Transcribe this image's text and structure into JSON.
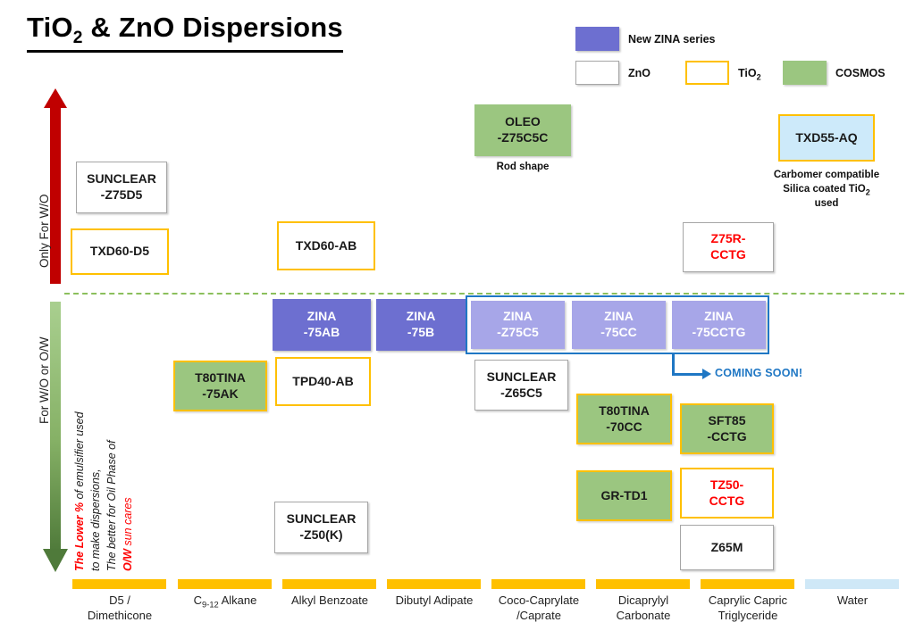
{
  "title": {
    "pre": "TiO",
    "sub": "2",
    "post": " & ZnO Dispersions"
  },
  "legend": {
    "items": [
      {
        "label": "New ZINA series",
        "swatch": "purple-fill",
        "color": "#6d6fd0"
      },
      {
        "label": "ZnO",
        "swatch": "white-gray-border",
        "color": "#ffffff"
      },
      {
        "label": "TiO",
        "sub": "2",
        "swatch": "white-orange-border",
        "color": "#ffc000"
      },
      {
        "label": "COSMOS",
        "swatch": "green-fill",
        "color": "#9bc680"
      }
    ]
  },
  "axis_left": {
    "top_label": "Only For W/O",
    "bottom_label": "For W/O or O/W",
    "note_lines": [
      "The Lower %",
      " of emulsifier used",
      "to make dispersions,",
      "The better for Oil Phase of",
      "O/W",
      " sun cares"
    ],
    "up_arrow_color": "#c00000",
    "down_arrow_color": "#4f7a3a"
  },
  "boxes": {
    "sunclear_z75d5": {
      "l1": "SUNCLEAR",
      "l2": "-Z75D5"
    },
    "txd60_d5": {
      "l1": "TXD60-D5",
      "l2": ""
    },
    "txd60_ab": {
      "l1": "TXD60-AB",
      "l2": ""
    },
    "oleo_z75c5c": {
      "l1": "OLEO",
      "l2": "-Z75C5C"
    },
    "txd55_aq": {
      "l1": "TXD55-AQ",
      "l2": ""
    },
    "z75r_cctg": {
      "l1": "Z75R-",
      "l2": "CCTG"
    },
    "zina_75ab": {
      "l1": "ZINA",
      "l2": "-75AB"
    },
    "zina_75b": {
      "l1": "ZINA",
      "l2": "-75B"
    },
    "zina_z75c5": {
      "l1": "ZINA",
      "l2": "-Z75C5"
    },
    "zina_75cc": {
      "l1": "ZINA",
      "l2": "-75CC"
    },
    "zina_75cctg": {
      "l1": "ZINA",
      "l2": "-75CCTG"
    },
    "t80tina_75ak": {
      "l1": "T80TINA",
      "l2": "-75AK"
    },
    "tpd40_ab": {
      "l1": "TPD40-AB",
      "l2": ""
    },
    "sunclear_z65c5": {
      "l1": "SUNCLEAR",
      "l2": "-Z65C5"
    },
    "t80tina_70cc": {
      "l1": "T80TINA",
      "l2": "-70CC"
    },
    "sft85_cctg": {
      "l1": "SFT85",
      "l2": "-CCTG"
    },
    "gr_td1": {
      "l1": "GR-TD1",
      "l2": ""
    },
    "tz50_cctg": {
      "l1": "TZ50-",
      "l2": "CCTG"
    },
    "z65m": {
      "l1": "Z65M",
      "l2": ""
    },
    "sunclear_z50k": {
      "l1": "SUNCLEAR",
      "l2": "-Z50(K)"
    }
  },
  "captions": {
    "rod_shape": "Rod shape",
    "carbomer_l1": "Carbomer compatible",
    "carbomer_l2_pre": "Silica coated TiO",
    "carbomer_l2_sub": "2",
    "carbomer_l2_post": " used"
  },
  "callout": {
    "coming_soon": "COMING SOON!",
    "color": "#1f77c4"
  },
  "axis_bottom": {
    "columns": [
      {
        "l1": "D5 /",
        "l2": "Dimethicone",
        "bar": "#ffc000"
      },
      {
        "l1": "C",
        "sub": "9-12",
        "l1b": " Alkane",
        "l2": "",
        "bar": "#ffc000"
      },
      {
        "l1": "Alkyl Benzoate",
        "l2": "",
        "bar": "#ffc000"
      },
      {
        "l1": "Dibutyl Adipate",
        "l2": "",
        "bar": "#ffc000"
      },
      {
        "l1": "Coco-Caprylate",
        "l2": "/Caprate",
        "bar": "#ffc000"
      },
      {
        "l1": "Dicaprylyl",
        "l2": "Carbonate",
        "bar": "#ffc000"
      },
      {
        "l1": "Caprylic Capric",
        "l2": "Triglyceride",
        "bar": "#ffc000"
      },
      {
        "l1": "Water",
        "l2": "",
        "bar": "#cfe8f7"
      }
    ]
  }
}
